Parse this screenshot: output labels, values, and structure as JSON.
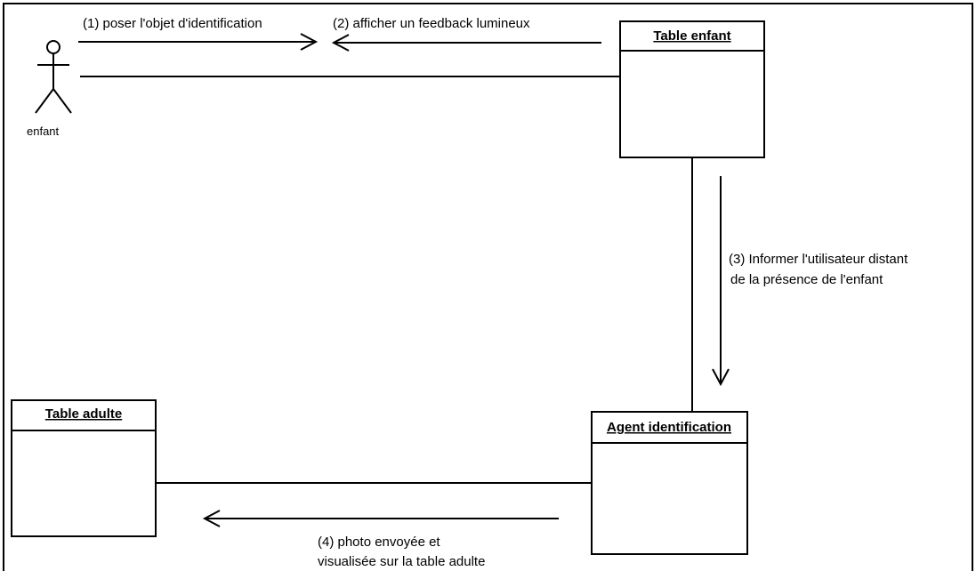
{
  "actor": {
    "name": "enfant"
  },
  "objects": {
    "table_enfant": "Table enfant",
    "agent_identification": "Agent identification",
    "table_adulte": "Table adulte"
  },
  "messages": {
    "m1": "(1) poser l'objet d'identification",
    "m2": "(2) afficher un feedback lumineux",
    "m3_line1": "(3) Informer l'utilisateur distant",
    "m3_line2": "de la présence de l'enfant",
    "m4_line1": "(4) photo envoyée et",
    "m4_line2": "visualisée sur la table adulte"
  }
}
